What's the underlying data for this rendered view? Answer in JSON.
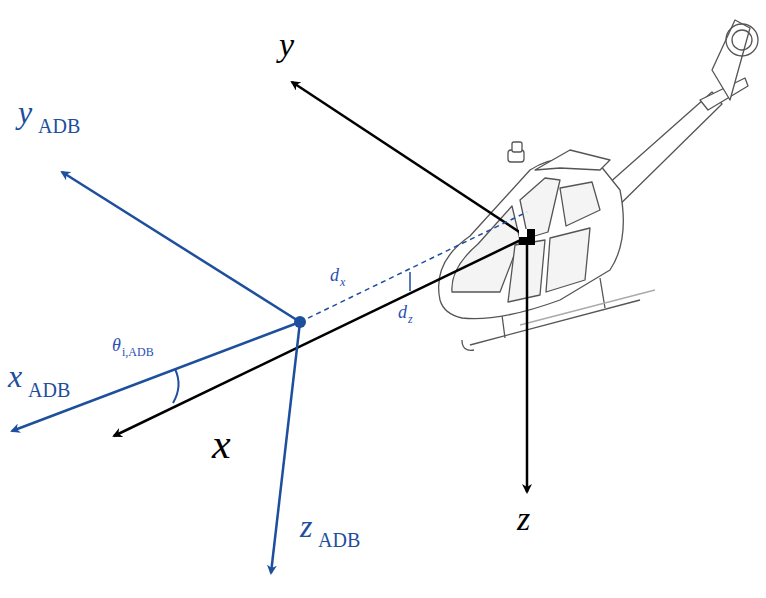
{
  "diagram": {
    "labels": [
      "y",
      "x",
      "z",
      "y",
      "ADB",
      "x",
      "ADB",
      "z",
      "ADB",
      "θ",
      "i,ADB",
      "d",
      "x",
      "d",
      "z"
    ]
  }
}
